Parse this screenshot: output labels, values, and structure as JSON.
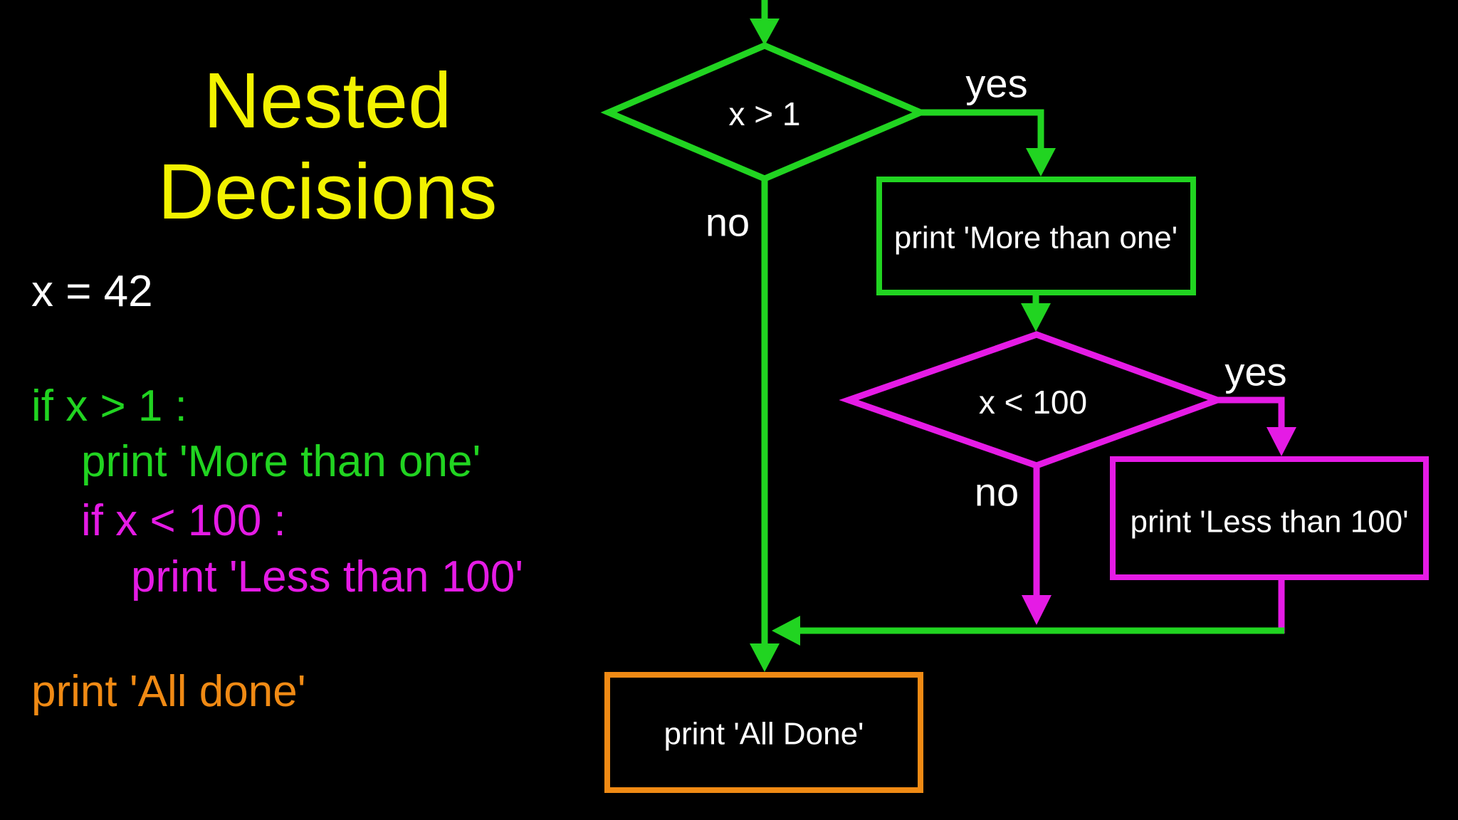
{
  "title": {
    "line1": "Nested",
    "line2": "Decisions"
  },
  "code": {
    "lines": [
      {
        "text": "x = 42",
        "color": "white"
      },
      {
        "text": "if x > 1 :",
        "color": "green"
      },
      {
        "text": "print 'More than one'",
        "color": "green"
      },
      {
        "text": "if x < 100 :",
        "color": "magenta"
      },
      {
        "text": "print 'Less than 100'",
        "color": "magenta"
      },
      {
        "text": "print 'All done'",
        "color": "orange"
      }
    ]
  },
  "flowchart": {
    "decision1": {
      "label": "x > 1",
      "yes_label": "yes",
      "no_label": "no"
    },
    "process1": {
      "label": "print 'More than one'"
    },
    "decision2": {
      "label": "x < 100",
      "yes_label": "yes",
      "no_label": "no"
    },
    "process2": {
      "label": "print 'Less than 100'"
    },
    "terminal": {
      "label": "print 'All Done'"
    }
  },
  "colors": {
    "background": "#000000",
    "title_yellow": "#F2F200",
    "flow_green": "#21D421",
    "flow_magenta": "#E51BE5",
    "flow_orange": "#F08A14",
    "text_white": "#FFFFFF"
  }
}
